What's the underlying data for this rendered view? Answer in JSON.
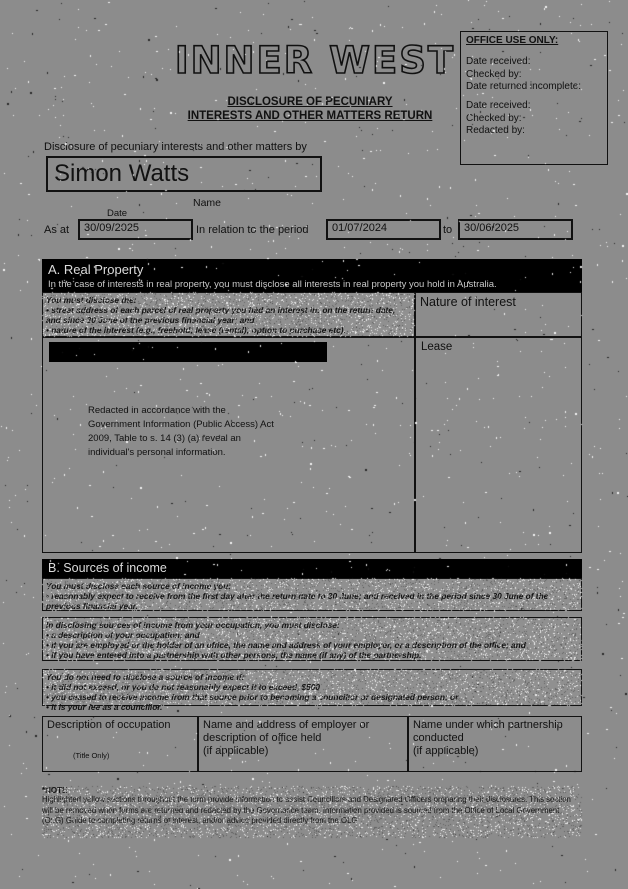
{
  "header": {
    "logo": "INNER WEST",
    "title_line1": "DISCLOSURE OF PECUNIARY",
    "title_line2": "INTERESTS AND OTHER MATTERS RETURN"
  },
  "office_use": {
    "title": "OFFICE USE ONLY:",
    "block1": [
      "Date received:",
      "Checked by:",
      "Date returned incomplete:"
    ],
    "block2": [
      "Date received:",
      "Checked by:",
      "Redacted by:"
    ]
  },
  "identity": {
    "disclosure_label": "Disclosure of pecuniary interests and other matters by",
    "name_value": "Simon Watts",
    "name_caption": "Name",
    "date_caption": "Date",
    "as_at_label": "As at",
    "as_at_value": "30/09/2025",
    "period_label": "In relation to the period",
    "period_from": "01/07/2024",
    "period_to_label": "to",
    "period_to": "30/06/2025"
  },
  "section_a": {
    "heading": "A. Real Property",
    "description": "In the case of interests in real property, you must disclose all interests in real property you hold in Australia.",
    "help": "You must disclose the:\n• street address of each parcel of real property you had an interest in: on the return date, and since 30 June of the previous financial year; and\n• nature of the interest (e.g., freehold; lease (rental); option to purchase etc).",
    "nature_header": "Nature of interest",
    "redaction_note": "Redacted in accordance with the Government Information (Public Access) Act 2009, Table to s. 14 (3) (a) reveal an individual's personal information.",
    "nature_value": "Lease"
  },
  "section_b": {
    "heading": "B. Sources of income",
    "help1": "You must disclose each source of income you:\n• reasonably expect to receive from the first day after the return date to 30 June; and received in the period since 30 June of the previous financial year.",
    "help2": "In disclosing sources of income from your occupation, you must disclose:\n• a description of your occupation; and\n• if you are employed or the holder of an office, the name and address of your employer, or a description of the office; and\n• if you have entered into a partnership with other persons, the name (if any) of the partnership.",
    "help3": "You do not need to disclose a source of income if:\n• it did not exceed, or you do not reasonably expect it to exceed, $500\n• you ceased to receive income from that source prior to becoming a councillor or designated person; or\n• it is your fee as a councillor.",
    "columns": [
      {
        "header": "Description of occupation",
        "sub": "(Title Only)",
        "value": ""
      },
      {
        "header": "Name and address of employer or description of office held\n(if applicable)",
        "sub": "",
        "value": ""
      },
      {
        "header": "Name under which partnership conducted\n(if applicable)",
        "sub": "",
        "value": ""
      }
    ]
  },
  "footer": {
    "note_title": "*NOTE",
    "note_body": "Highlighted yellow sections throughout the form provide information to assist Councillors and Designated Officers preparing their disclosures. This section will be removed when forms are returned and redacted by the Governance team. Information provided is sourced from the Office of Local Government (OLG) Guide to completing returns of interest, and/or advice provided directly from the OLG."
  },
  "colors": {
    "page_background": "#8c8c8c",
    "ink": "#111111",
    "section_bar": "#000000",
    "help_background": "#909090"
  }
}
